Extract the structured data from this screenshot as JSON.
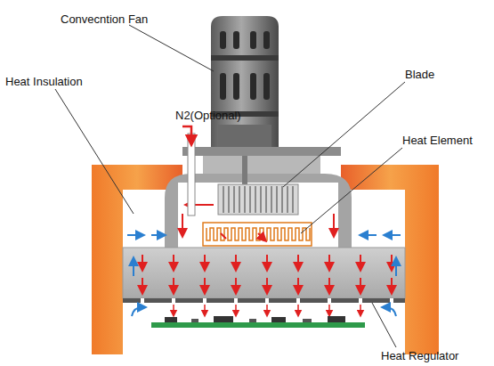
{
  "diagram": {
    "labels": [
      "Convecntion Fan",
      "Heat Insulation",
      "N2(Optional)",
      "Blade",
      "Heat Element",
      "Heat Regulator"
    ]
  }
}
